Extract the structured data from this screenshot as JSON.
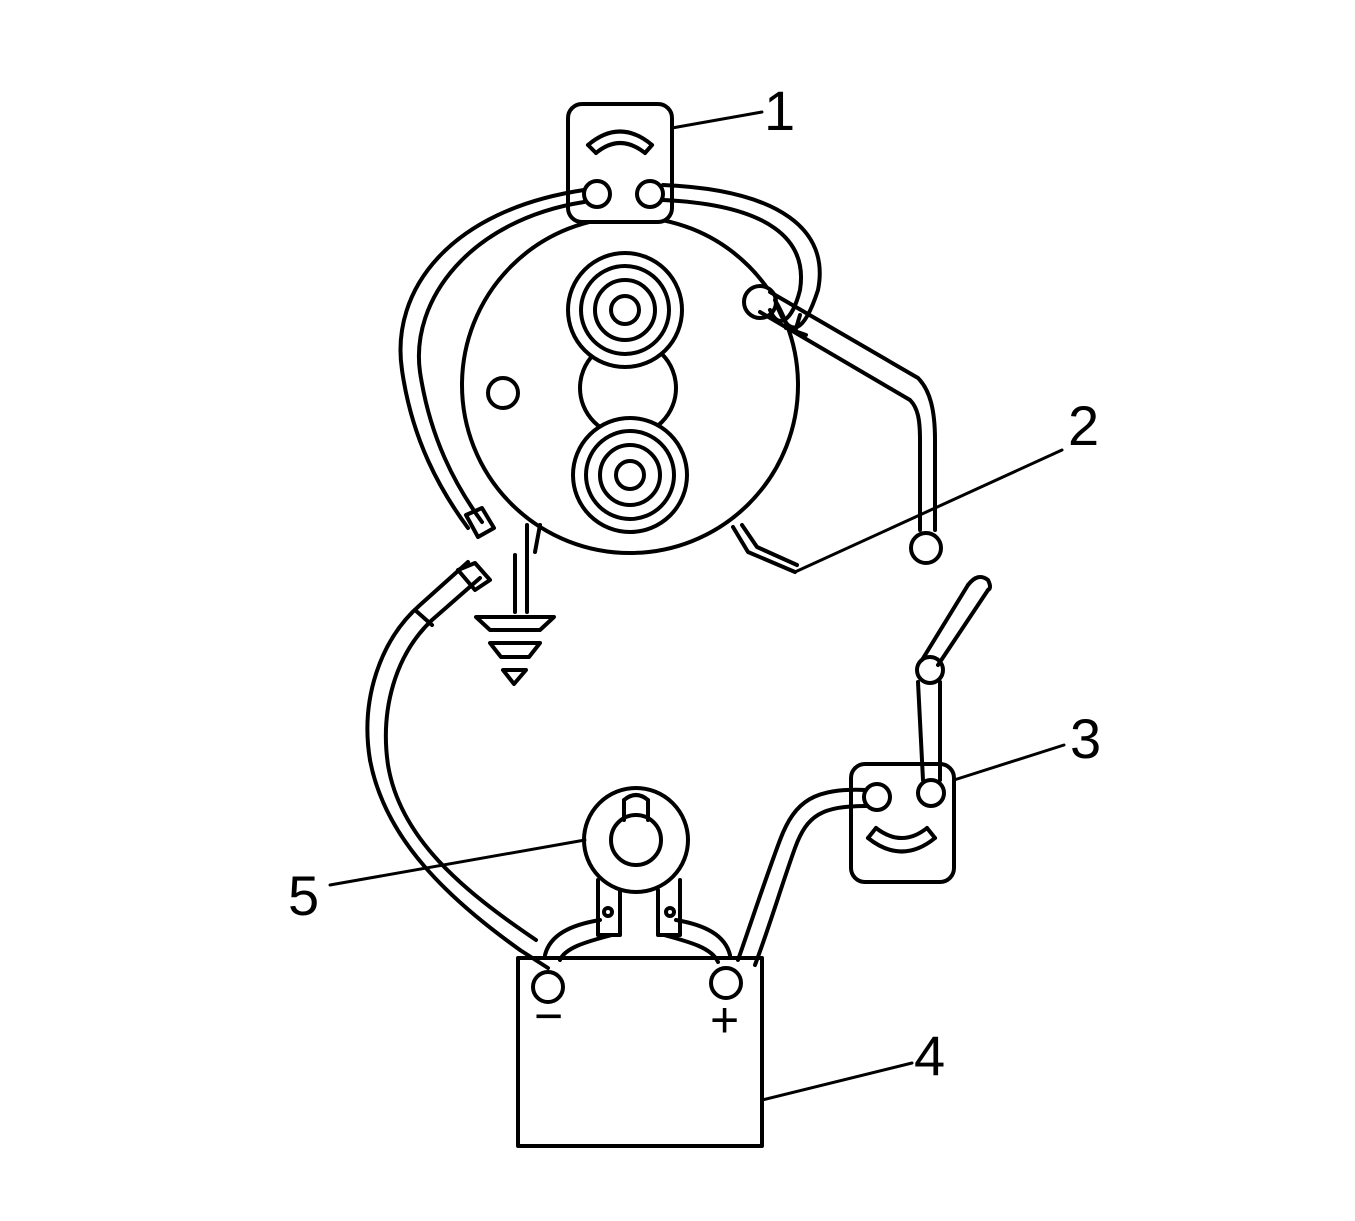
{
  "diagram": {
    "callouts": [
      {
        "id": "1",
        "label": "1",
        "target": "voltmeter-top"
      },
      {
        "id": "2",
        "label": "2",
        "target": "solenoid-terminal"
      },
      {
        "id": "3",
        "label": "3",
        "target": "voltmeter-right"
      },
      {
        "id": "4",
        "label": "4",
        "target": "battery"
      },
      {
        "id": "5",
        "label": "5",
        "target": "remote-starter-switch"
      }
    ],
    "battery": {
      "negative_symbol": "−",
      "positive_symbol": "+"
    },
    "colors": {
      "ink": "#000000",
      "background": "#ffffff"
    }
  }
}
